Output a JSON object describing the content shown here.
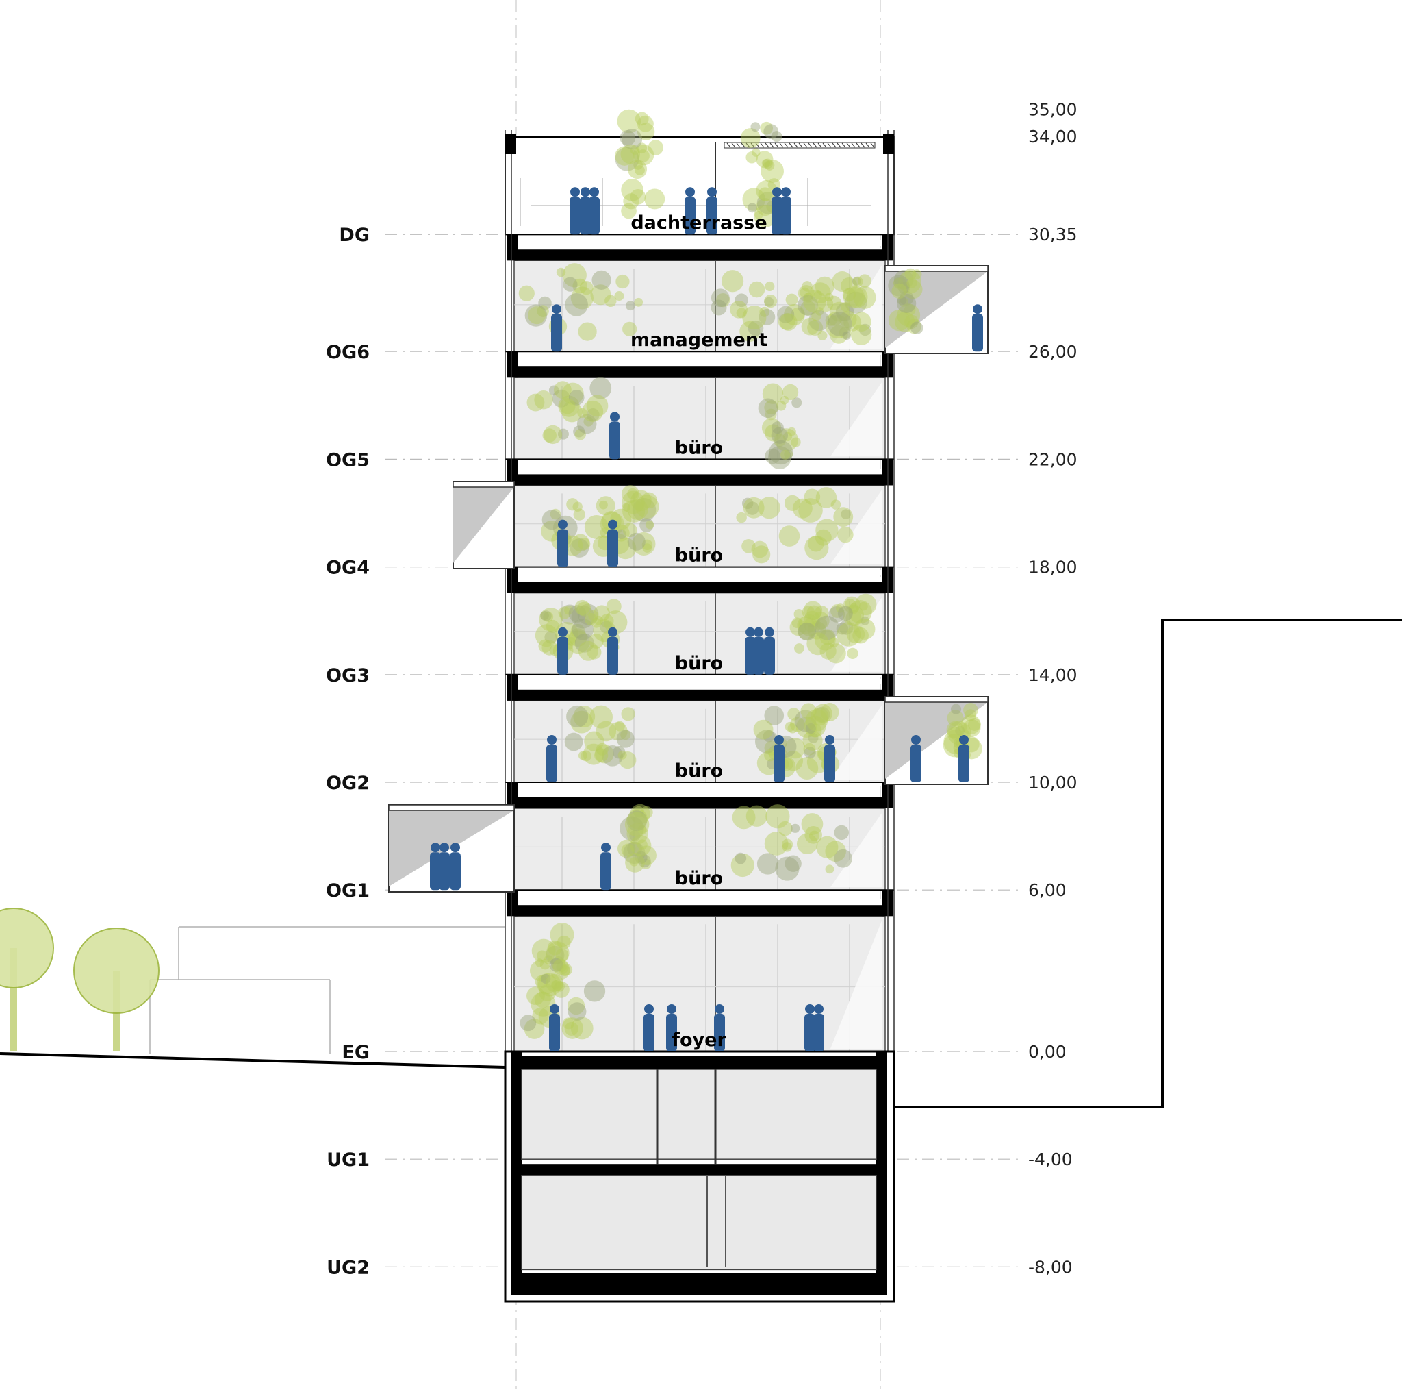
{
  "title": "Building section",
  "colors": {
    "slab": "#000000",
    "interior": "#ececec",
    "greenery": "#b5cc5a",
    "greenery_dark": "#9aa57a",
    "people": "#2f5d94",
    "terrain": "#000000",
    "neighbour_outline": "#b0b0b0"
  },
  "top_elevations": [
    {
      "elevation": 35.0,
      "label": "35,00"
    },
    {
      "elevation": 34.0,
      "label": "34,00"
    }
  ],
  "levels": [
    {
      "name": "DG",
      "elevation": 30.35,
      "elevation_label": "30,35",
      "room": "dachterrasse"
    },
    {
      "name": "OG6",
      "elevation": 26.0,
      "elevation_label": "26,00",
      "room": "management"
    },
    {
      "name": "OG5",
      "elevation": 22.0,
      "elevation_label": "22,00",
      "room": "büro"
    },
    {
      "name": "OG4",
      "elevation": 18.0,
      "elevation_label": "18,00",
      "room": "büro"
    },
    {
      "name": "OG3",
      "elevation": 14.0,
      "elevation_label": "14,00",
      "room": "büro"
    },
    {
      "name": "OG2",
      "elevation": 10.0,
      "elevation_label": "10,00",
      "room": "büro"
    },
    {
      "name": "OG1",
      "elevation": 6.0,
      "elevation_label": "6,00",
      "room": "büro"
    },
    {
      "name": "EG",
      "elevation": 0.0,
      "elevation_label": "0,00",
      "room": "foyer"
    },
    {
      "name": "UG1",
      "elevation": -4.0,
      "elevation_label": "-4,00",
      "room": ""
    },
    {
      "name": "UG2",
      "elevation": -8.0,
      "elevation_label": "-8,00",
      "room": ""
    }
  ]
}
